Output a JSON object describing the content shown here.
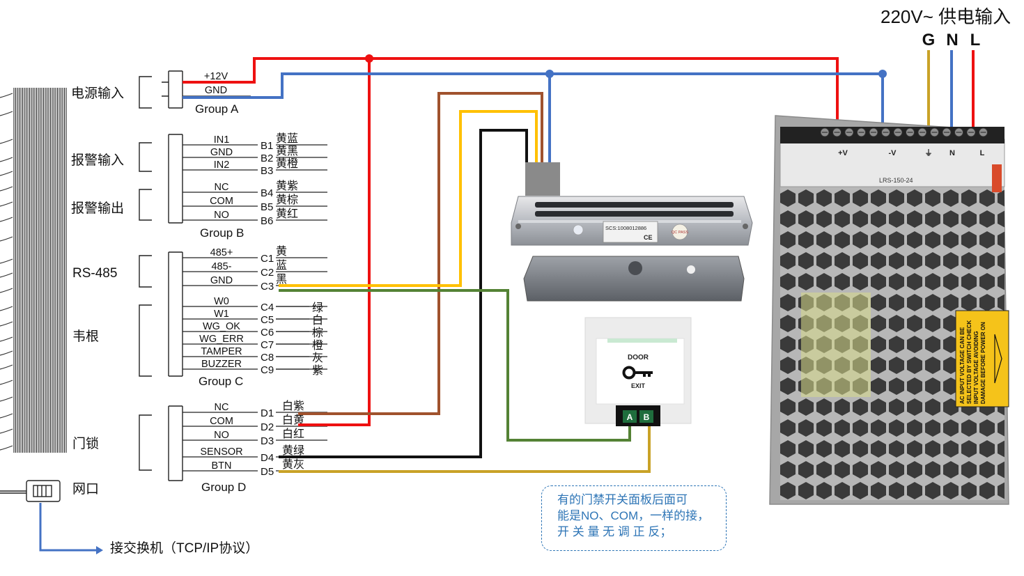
{
  "power_header": {
    "title": "220V~ 供电输入",
    "g": "G",
    "n": "N",
    "l": "L"
  },
  "groups": {
    "a": {
      "name": "Group A",
      "label": "电源输入",
      "pins": [
        "+12V",
        "GND"
      ]
    },
    "b": {
      "name": "Group B",
      "label_in": "报警输入",
      "label_out": "报警输出",
      "pins": [
        "IN1",
        "GND",
        "IN2",
        "NC",
        "COM",
        "NO"
      ],
      "ports": [
        "B1",
        "B2",
        "B3",
        "B4",
        "B5",
        "B6"
      ],
      "colors": [
        "黄蓝",
        "黄黑",
        "黄橙",
        "黄紫",
        "黄棕",
        "黄红"
      ]
    },
    "c": {
      "name": "Group C",
      "label_485": "RS-485",
      "label_wiegand": "韦根",
      "pins": [
        "485+",
        "485-",
        "GND",
        "W0",
        "W1",
        "WG_OK",
        "WG_ERR",
        "TAMPER",
        "BUZZER"
      ],
      "ports": [
        "C1",
        "C2",
        "C3",
        "C4",
        "C5",
        "C6",
        "C7",
        "C8",
        "C9"
      ],
      "colors": [
        "黄",
        "蓝",
        "黑",
        "绿",
        "白",
        "棕",
        "橙",
        "灰",
        "紫"
      ]
    },
    "d": {
      "name": "Group D",
      "label": "门锁",
      "pins": [
        "NC",
        "COM",
        "NO",
        "SENSOR",
        "BTN"
      ],
      "ports": [
        "D1",
        "D2",
        "D3",
        "D4",
        "D5"
      ],
      "colors": [
        "白紫",
        "白黄",
        "白红",
        "黄绿",
        "黄灰"
      ]
    }
  },
  "network": {
    "label": "网口",
    "switch_text": "接交换机（TCP/IP协议）"
  },
  "exit_button": {
    "door": "DOOR",
    "exit": "EXIT",
    "a": "A",
    "b": "B"
  },
  "maglock": {
    "label": "SCS:1008012886",
    "ce": "CE",
    "qc": "QC PASS"
  },
  "psu": {
    "terminals": [
      "+V",
      "-V",
      "⏚",
      "N",
      "L"
    ],
    "model": "LRS-150-24",
    "warning": [
      "AC INPUT VOLTAGE CAN BE",
      "SELECTED BY SWITCH CHECK",
      "INPUT VOLTAGE AVOIDING",
      "DAMAGE BEFORE POWER ON"
    ]
  },
  "note": {
    "lines": [
      "有的门禁开关面板后面可",
      "能是NO、COM，一样的接，",
      "开 关 量 无 调 正 反；"
    ]
  },
  "colors": {
    "red": "#ee1111",
    "blue": "#4472c4",
    "brown": "#a0522d",
    "yellow": "#ffc000",
    "black": "#111111",
    "green": "#548235",
    "gold": "#c9a227"
  }
}
